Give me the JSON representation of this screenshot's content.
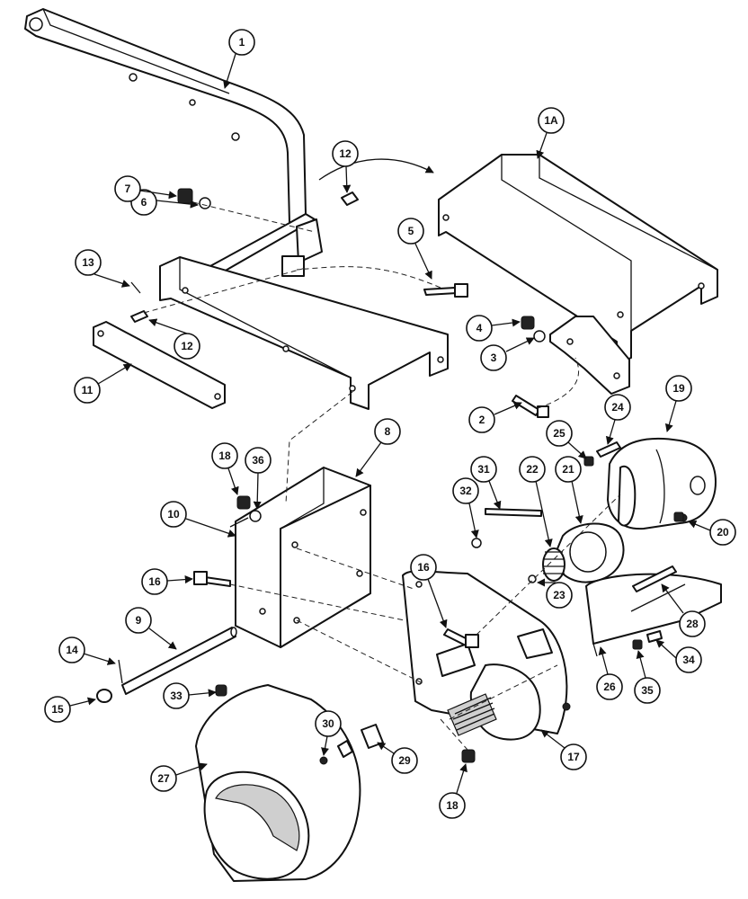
{
  "callouts": [
    "1",
    "1A",
    "2",
    "3",
    "4",
    "5",
    "6",
    "7",
    "8",
    "9",
    "10",
    "11",
    "12",
    "12",
    "13",
    "14",
    "15",
    "16",
    "16",
    "17",
    "18",
    "18",
    "19",
    "20",
    "21",
    "22",
    "23",
    "24",
    "25",
    "26",
    "27",
    "28",
    "29",
    "30",
    "31",
    "32",
    "33",
    "34",
    "35",
    "36"
  ]
}
